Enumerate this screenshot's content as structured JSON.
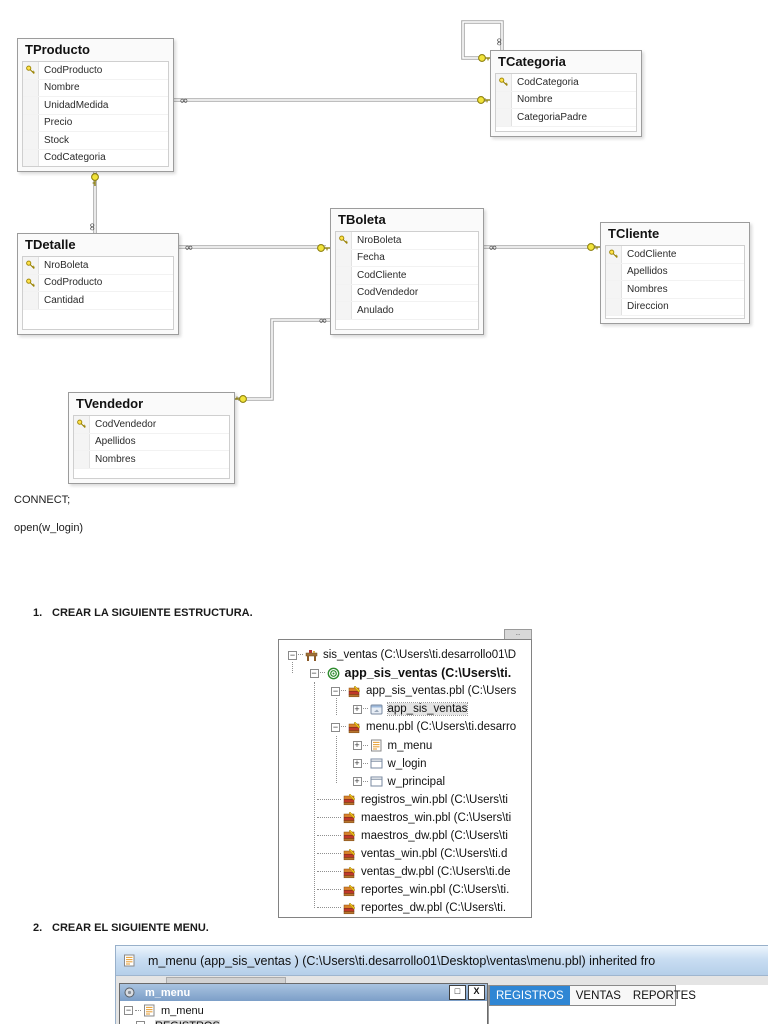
{
  "diagram": {
    "tables": [
      {
        "name": "TProducto",
        "columns": [
          {
            "name": "CodProducto",
            "key": true
          },
          {
            "name": "Nombre",
            "key": false
          },
          {
            "name": "UnidadMedida",
            "key": false
          },
          {
            "name": "Precio",
            "key": false
          },
          {
            "name": "Stock",
            "key": false
          },
          {
            "name": "CodCategoria",
            "key": false
          }
        ]
      },
      {
        "name": "TCategoria",
        "columns": [
          {
            "name": "CodCategoria",
            "key": true
          },
          {
            "name": "Nombre",
            "key": false
          },
          {
            "name": "CategoriaPadre",
            "key": false
          }
        ]
      },
      {
        "name": "TDetalle",
        "columns": [
          {
            "name": "NroBoleta",
            "key": true
          },
          {
            "name": "CodProducto",
            "key": true
          },
          {
            "name": "Cantidad",
            "key": false
          }
        ]
      },
      {
        "name": "TBoleta",
        "columns": [
          {
            "name": "NroBoleta",
            "key": true
          },
          {
            "name": "Fecha",
            "key": false
          },
          {
            "name": "CodCliente",
            "key": false
          },
          {
            "name": "CodVendedor",
            "key": false
          },
          {
            "name": "Anulado",
            "key": false
          }
        ]
      },
      {
        "name": "TCliente",
        "columns": [
          {
            "name": "CodCliente",
            "key": true
          },
          {
            "name": "Apellidos",
            "key": false
          },
          {
            "name": "Nombres",
            "key": false
          },
          {
            "name": "Direccion",
            "key": false
          }
        ]
      },
      {
        "name": "TVendedor",
        "columns": [
          {
            "name": "CodVendedor",
            "key": true
          },
          {
            "name": "Apellidos",
            "key": false
          },
          {
            "name": "Nombres",
            "key": false
          }
        ]
      }
    ],
    "relations": [
      {
        "from": "TProducto",
        "from_card": "many",
        "to": "TCategoria",
        "to_card": "one"
      },
      {
        "from": "TDetalle",
        "from_card": "many",
        "to": "TProducto",
        "to_card": "one"
      },
      {
        "from": "TDetalle",
        "from_card": "many",
        "to": "TBoleta",
        "to_card": "one"
      },
      {
        "from": "TBoleta",
        "from_card": "many",
        "to": "TCliente",
        "to_card": "one"
      },
      {
        "from": "TBoleta",
        "from_card": "many",
        "to": "TVendedor",
        "to_card": "one"
      },
      {
        "from": "TCategoria",
        "from_card": "many",
        "to": "TCategoria",
        "to_card": "one"
      }
    ]
  },
  "code_lines": [
    "CONNECT;",
    "open(w_login)"
  ],
  "steps": [
    {
      "number": "1.",
      "label": "CREAR LA SIGUIENTE ESTRUCTURA."
    },
    {
      "number": "2.",
      "label": "CREAR EL SIGUIENTE MENU."
    }
  ],
  "tree_panel": {
    "items": [
      {
        "label": "sis_ventas (C:\\Users\\ti.desarrollo01\\D",
        "icon": "workspace",
        "expander": "minus",
        "level": 0,
        "bold": false,
        "selected": false
      },
      {
        "label": "app_sis_ventas (C:\\Users\\ti.",
        "icon": "target",
        "expander": "minus",
        "level": 1,
        "bold": true,
        "selected": false
      },
      {
        "label": "app_sis_ventas.pbl (C:\\Users",
        "icon": "library",
        "expander": "minus",
        "level": 2,
        "bold": false,
        "selected": false
      },
      {
        "label": "app_sis_ventas",
        "icon": "app",
        "expander": "plus",
        "level": 3,
        "bold": false,
        "selected": true
      },
      {
        "label": "menu.pbl (C:\\Users\\ti.desarro",
        "icon": "library",
        "expander": "minus",
        "level": 2,
        "bold": false,
        "selected": false
      },
      {
        "label": "m_menu",
        "icon": "menu",
        "expander": "plus",
        "level": 3,
        "bold": false,
        "selected": false
      },
      {
        "label": "w_login",
        "icon": "window",
        "expander": "plus",
        "level": 3,
        "bold": false,
        "selected": false
      },
      {
        "label": "w_principal",
        "icon": "window",
        "expander": "plus",
        "level": 3,
        "bold": false,
        "selected": false
      },
      {
        "label": "registros_win.pbl (C:\\Users\\ti",
        "icon": "library",
        "expander": "none",
        "level": 2,
        "bold": false,
        "selected": false
      },
      {
        "label": "maestros_win.pbl (C:\\Users\\ti",
        "icon": "library",
        "expander": "none",
        "level": 2,
        "bold": false,
        "selected": false
      },
      {
        "label": "maestros_dw.pbl (C:\\Users\\ti",
        "icon": "library",
        "expander": "none",
        "level": 2,
        "bold": false,
        "selected": false
      },
      {
        "label": "ventas_win.pbl (C:\\Users\\ti.d",
        "icon": "library",
        "expander": "none",
        "level": 2,
        "bold": false,
        "selected": false
      },
      {
        "label": "ventas_dw.pbl (C:\\Users\\ti.de",
        "icon": "library",
        "expander": "none",
        "level": 2,
        "bold": false,
        "selected": false
      },
      {
        "label": "reportes_win.pbl (C:\\Users\\ti.",
        "icon": "library",
        "expander": "none",
        "level": 2,
        "bold": false,
        "selected": false
      },
      {
        "label": "reportes_dw.pbl (C:\\Users\\ti.",
        "icon": "library",
        "expander": "none",
        "level": 2,
        "bold": false,
        "selected": false
      }
    ]
  },
  "menu_window": {
    "title": "m_menu (app_sis_ventas ) (C:\\Users\\ti.desarrollo01\\Desktop\\ventas\\menu.pbl) inherited fro",
    "child_window": {
      "title": "m_menu",
      "maximize_glyph": "□",
      "close_glyph": "X",
      "tree_items": [
        {
          "label": "m_menu",
          "icon": "menu",
          "expander": "minus",
          "indent": 0,
          "selected": false
        },
        {
          "label": "REGISTROS",
          "icon": "",
          "expander": "minus",
          "indent": 1,
          "selected": true
        }
      ]
    },
    "menubar": {
      "items": [
        {
          "label": "REGISTROS",
          "selected": true
        },
        {
          "label": "VENTAS",
          "selected": false
        },
        {
          "label": "REPORTES",
          "selected": false
        }
      ]
    }
  },
  "colors": {
    "key_yellow": "#f2e43a",
    "relation_line": "#a8a8a8",
    "menubar_selected_bg": "#2f86d4",
    "outer_titlebar_bg": "#bdd6ee",
    "inner_titlebar_bg": "#87a5c9"
  }
}
